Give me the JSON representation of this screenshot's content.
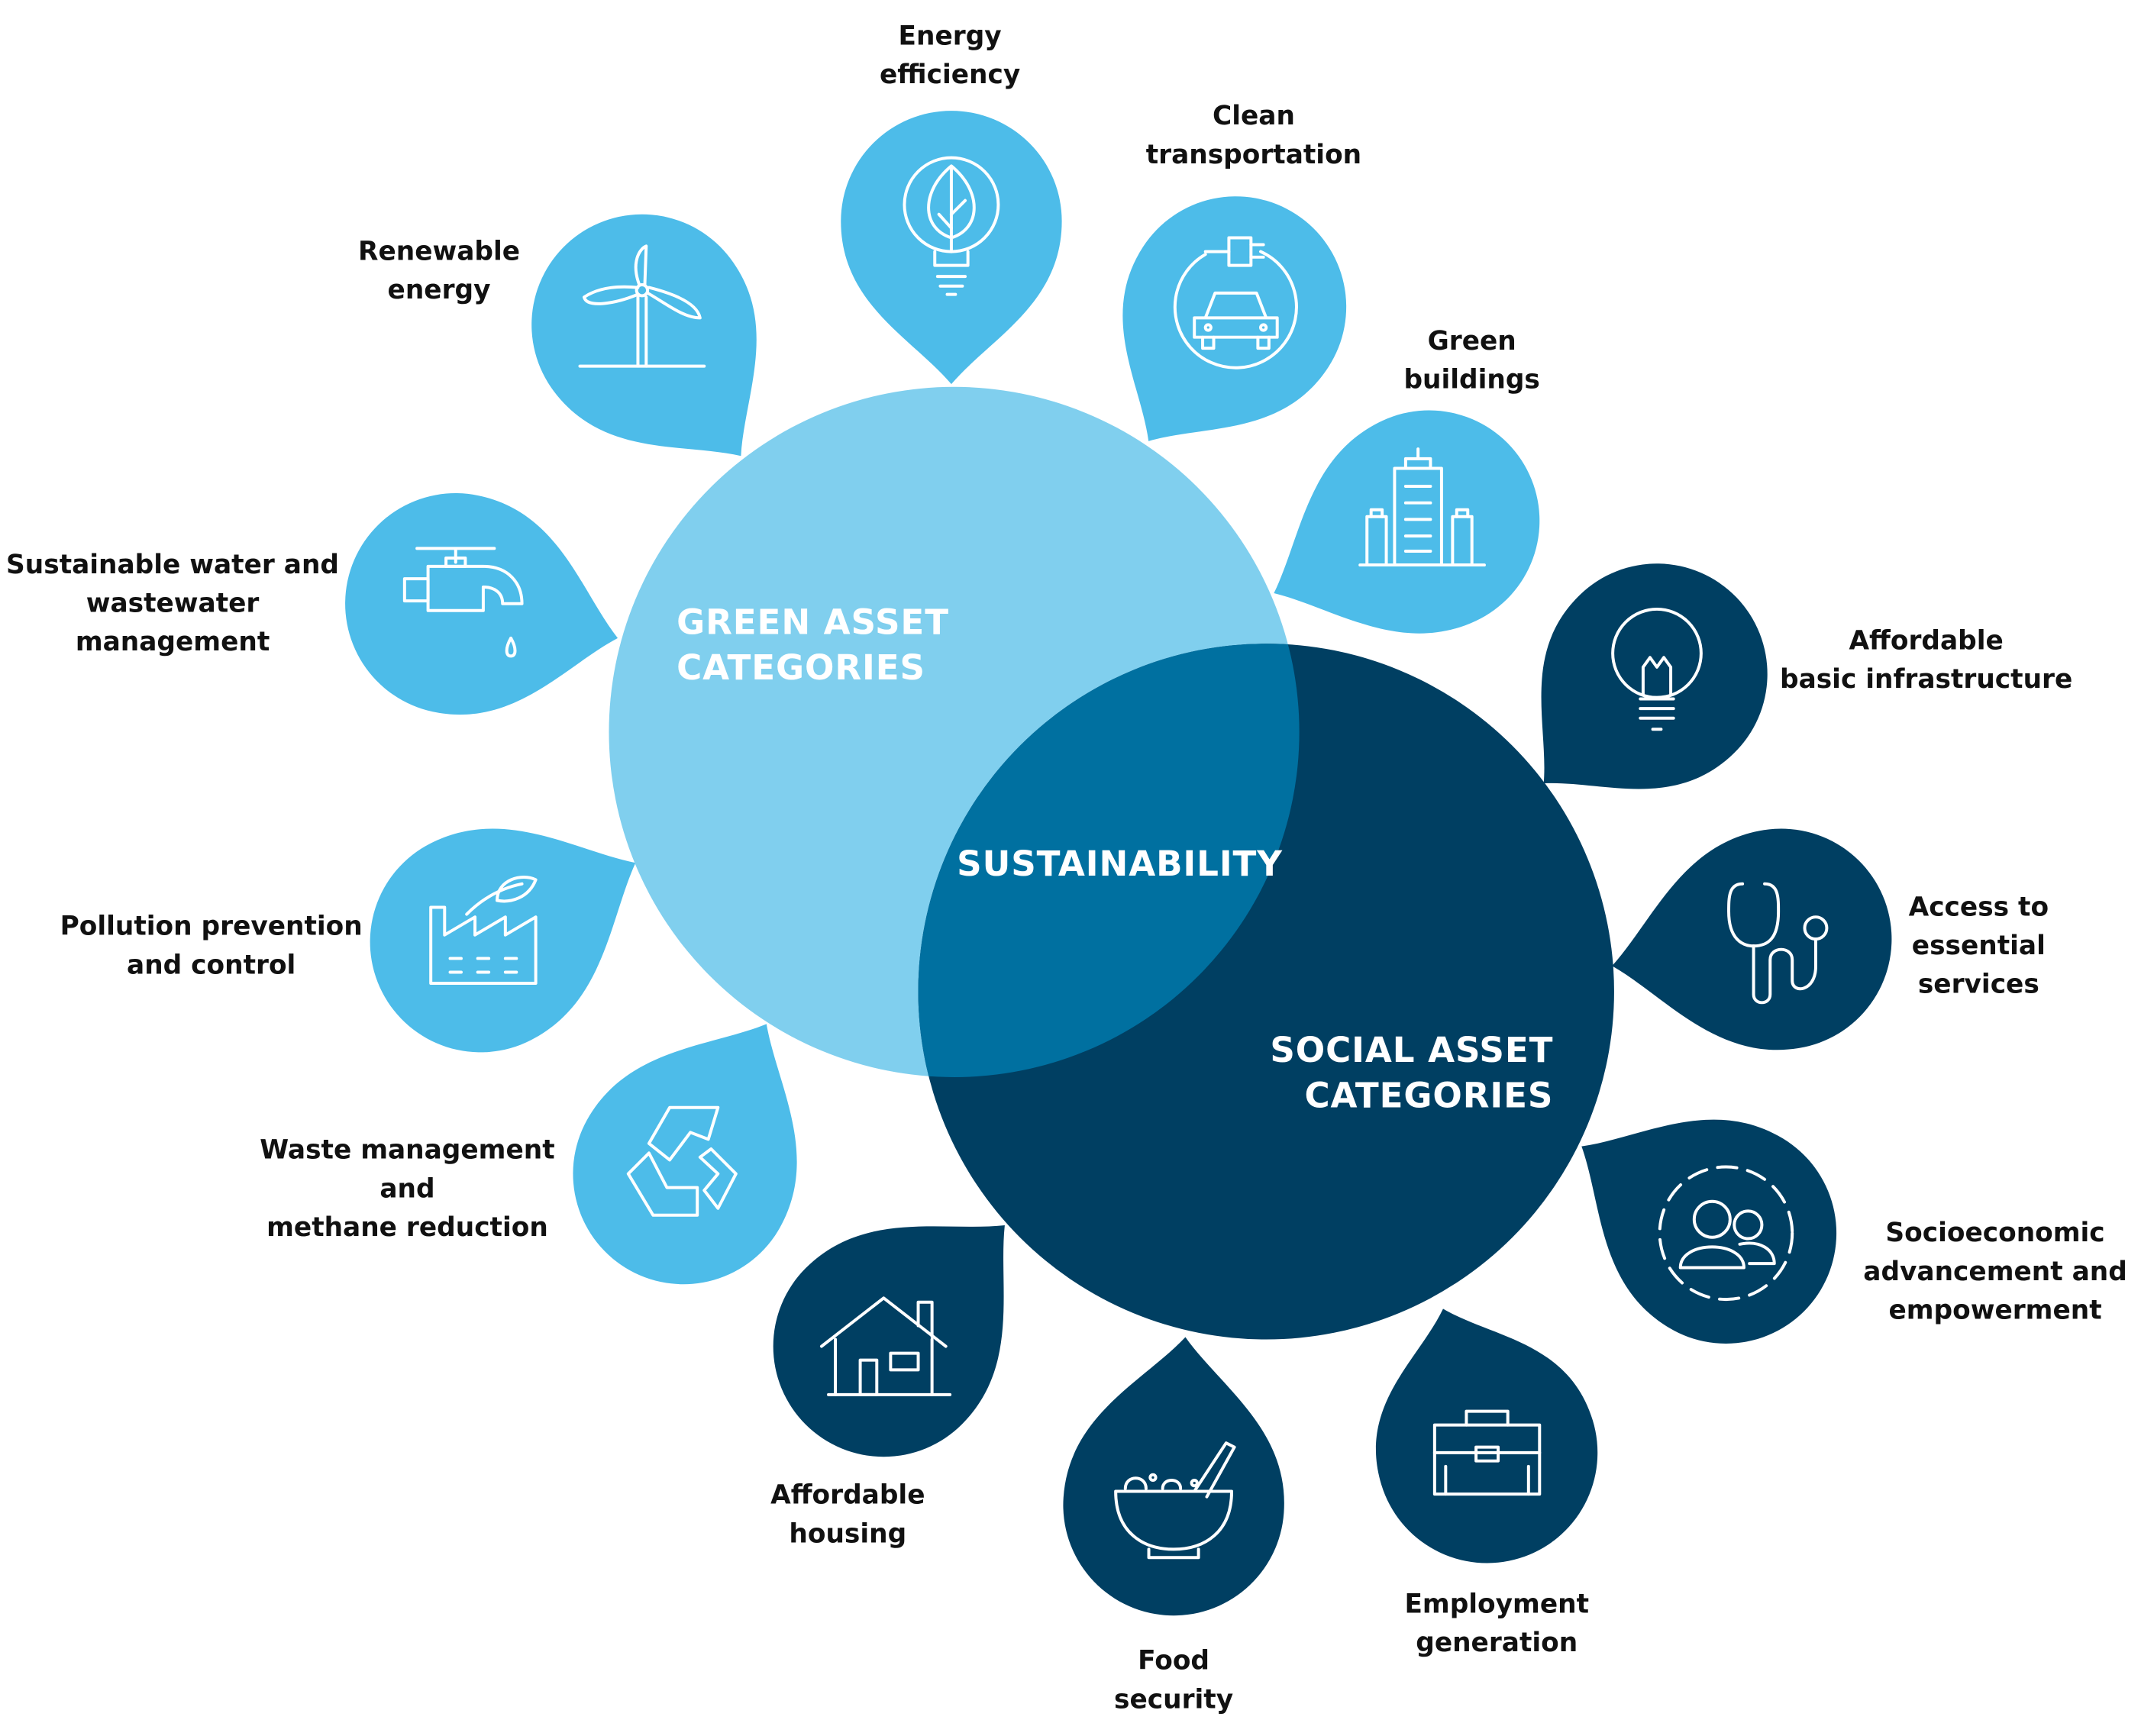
{
  "center": {
    "green_label": [
      "GREEN ASSET",
      "CATEGORIES"
    ],
    "social_label": [
      "SOCIAL ASSET",
      "CATEGORIES"
    ],
    "overlap_label": "SUSTAINABILITY"
  },
  "colors": {
    "green_circle": "#80cfee",
    "social_circle": "#003f62",
    "overlap": "#0070a0",
    "green_drop": "#4dbce9",
    "social_drop": "#003f62",
    "label_text": "#111111"
  },
  "categories": [
    {
      "id": "energy-efficiency",
      "group": "green",
      "label": [
        "Energy",
        "efficiency"
      ],
      "icon": "lightbulb-leaf-icon"
    },
    {
      "id": "renewable-energy",
      "group": "green",
      "label": [
        "Renewable",
        "energy"
      ],
      "icon": "wind-turbine-icon"
    },
    {
      "id": "clean-transportation",
      "group": "green",
      "label": [
        "Clean",
        "transportation"
      ],
      "icon": "electric-car-icon"
    },
    {
      "id": "green-buildings",
      "group": "green",
      "label": [
        "Green",
        "buildings"
      ],
      "icon": "buildings-icon"
    },
    {
      "id": "sustainable-water",
      "group": "green",
      "label": [
        "Sustainable water and",
        "wastewater",
        "management"
      ],
      "icon": "faucet-icon"
    },
    {
      "id": "pollution-prevention",
      "group": "green",
      "label": [
        "Pollution prevention",
        "and control"
      ],
      "icon": "factory-leaf-icon"
    },
    {
      "id": "waste-management",
      "group": "green",
      "label": [
        "Waste management",
        "and",
        "methane reduction"
      ],
      "icon": "recycle-icon"
    },
    {
      "id": "affordable-basic-infrastructure",
      "group": "social",
      "label": [
        "Affordable",
        "basic infrastructure"
      ],
      "icon": "lightbulb-icon"
    },
    {
      "id": "access-essential-services",
      "group": "social",
      "label": [
        "Access to",
        "essential",
        "services"
      ],
      "icon": "stethoscope-icon"
    },
    {
      "id": "socioeconomic-advancement",
      "group": "social",
      "label": [
        "Socioeconomic",
        "advancement and",
        "empowerment"
      ],
      "icon": "people-icon"
    },
    {
      "id": "employment-generation",
      "group": "social",
      "label": [
        "Employment",
        "generation"
      ],
      "icon": "briefcase-icon"
    },
    {
      "id": "food-security",
      "group": "social",
      "label": [
        "Food",
        "security"
      ],
      "icon": "bowl-icon"
    },
    {
      "id": "affordable-housing",
      "group": "social",
      "label": [
        "Affordable",
        "housing"
      ],
      "icon": "house-icon"
    }
  ]
}
